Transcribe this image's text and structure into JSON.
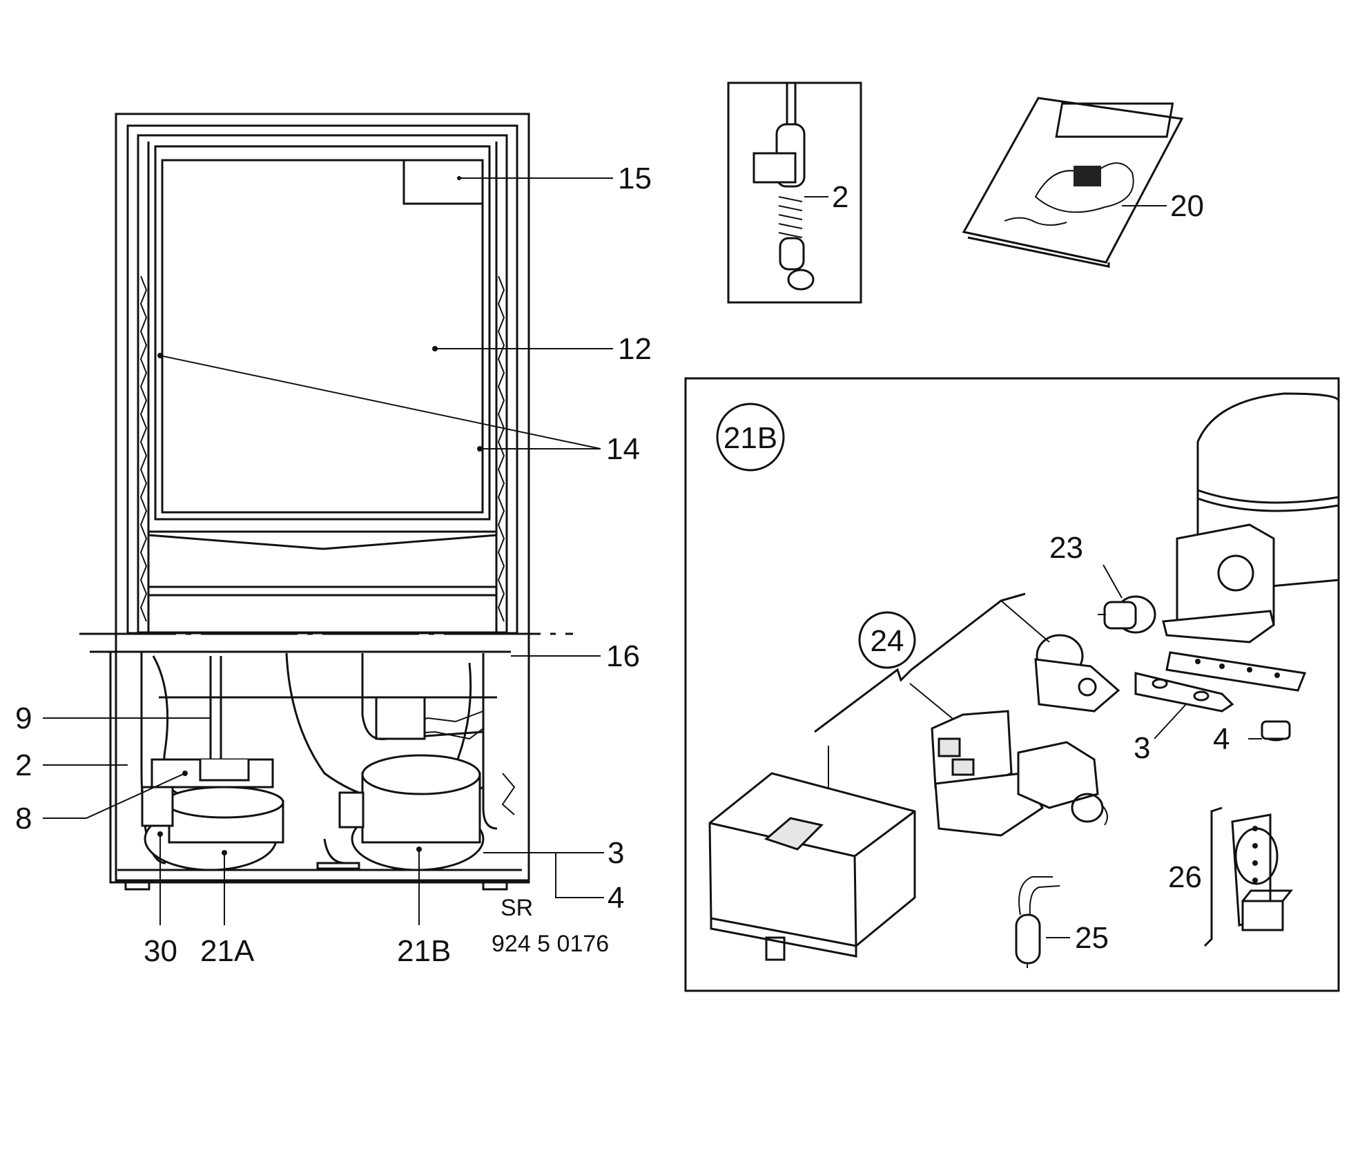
{
  "fridge_labels": {
    "l15": "15",
    "l12": "12",
    "l14": "14",
    "l16": "16",
    "l9": "9",
    "l2": "2",
    "l8": "8",
    "l3": "3",
    "l4": "4",
    "l30": "30",
    "l21a": "21A",
    "l21b": "21B",
    "sr": "SR",
    "code": "924 5 0176"
  },
  "top_inset_labels": {
    "probe": "2",
    "manual": "20"
  },
  "detail_panel": {
    "title": "21B",
    "l23": "23",
    "l24": "24",
    "l3": "3",
    "l4": "4",
    "l25": "25",
    "l26": "26"
  }
}
